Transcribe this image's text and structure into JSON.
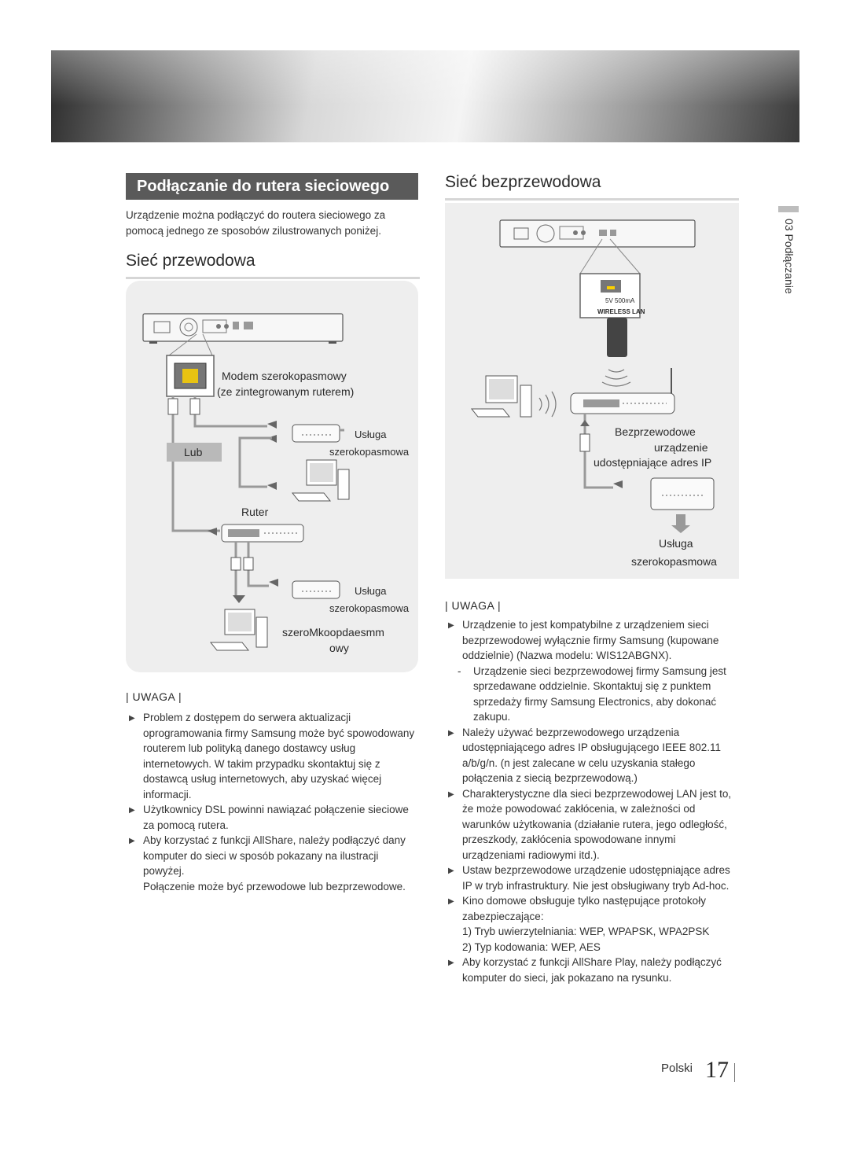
{
  "section_title": "Podłączanie do rutera sieciowego",
  "intro": "Urządzenie można podłączyć do routera sieciowego za pomocą jednego ze sposobów zilustrowanych poniżej.",
  "wired": {
    "heading": "Sieć przewodowa",
    "labels": {
      "modem_1": "Modem szerokopasmowy",
      "modem_2": "(ze zintegrowanym ruterem)",
      "usluga_1": "Usługa",
      "usluga_1b": "szerokopasmowa",
      "lub": "Lub",
      "ruter": "Ruter",
      "usluga_2": "Usługa",
      "usluga_2b": "szerokopasmowa",
      "modem_3": "szeroMkoopdaesmm",
      "modem_3b": "owy"
    },
    "note_title": "| UWAGA |",
    "notes": [
      "Problem z dostępem do serwera aktualizacji oprogramowania firmy Samsung może być spowodowany routerem lub polityką danego dostawcy usług internetowych. W takim przypadku skontaktuj się z dostawcą usług internetowych, aby uzyskać więcej informacji.",
      "Użytkownicy DSL powinni nawiązać połączenie sieciowe za pomocą rutera.",
      "Aby korzystać z funkcji AllShare, należy podłączyć dany komputer do sieci w sposób pokazany na ilustracji powyżej."
    ],
    "notes_extra": "Połączenie może być przewodowe lub bezprzewodowe."
  },
  "wireless": {
    "heading": "Sieć bezprzewodowa",
    "labels": {
      "port_spec": "5V 500mA",
      "port_name": "WIRELESS LAN",
      "device_1": "Bezprzewodowe",
      "device_2": "urządzenie",
      "device_3": "udostępniające adres IP",
      "usluga": "Usługa",
      "usluga_b": "szerokopasmowa"
    },
    "note_title": "| UWAGA |",
    "note_1": "Urządzenie to jest kompatybilne z urządzeniem sieci bezprzewodowej wyłącznie firmy Samsung (kupowane oddzielnie) (Nazwa modelu: WIS12ABGNX).",
    "note_1_sub": "Urządzenie sieci bezprzewodowej firmy Samsung jest sprzedawane oddzielnie. Skontaktuj się z punktem sprzedaży firmy Samsung Electronics, aby dokonać zakupu.",
    "note_2": "Należy używać bezprzewodowego urządzenia udostępniającego adres IP obsługującego IEEE 802.11 a/b/g/n. (n jest zalecane w celu uzyskania stałego połączenia z siecią bezprzewodową.)",
    "note_3": "Charakterystyczne dla sieci bezprzewodowej LAN jest to, że może powodować zakłócenia, w zależności od warunków użytkowania (działanie rutera, jego odległość, przeszkody, zakłócenia spowodowane innymi urządzeniami radiowymi itd.).",
    "note_4": "Ustaw bezprzewodowe urządzenie udostępniające adres IP w tryb infrastruktury. Nie jest obsługiwany tryb Ad-hoc.",
    "note_5": "Kino domowe obsługuje tylko następujące protokoły zabezpieczające:",
    "note_5_a": "1) Tryb uwierzytelniania: WEP, WPAPSK, WPA2PSK",
    "note_5_b": "2) Typ kodowania: WEP, AES",
    "note_6": "Aby korzystać z funkcji AllShare Play, należy podłączyć komputer do sieci, jak pokazano na rysunku."
  },
  "sidebar": {
    "chapter": "03   Podłączanie"
  },
  "footer": {
    "language": "Polski",
    "page": "17"
  }
}
